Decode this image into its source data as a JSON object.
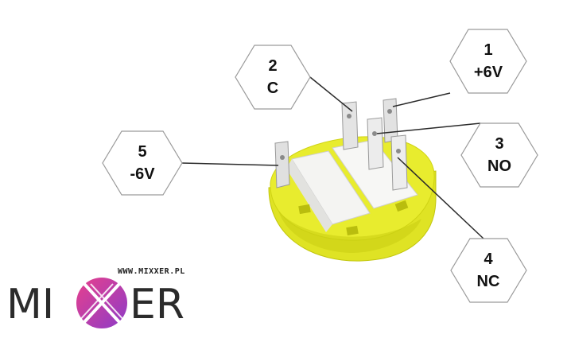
{
  "labels": {
    "pin1": {
      "number": "1",
      "text": "+6V"
    },
    "pin2": {
      "number": "2",
      "text": "C"
    },
    "pin3": {
      "number": "3",
      "text": "NO"
    },
    "pin4": {
      "number": "4",
      "text": "NC"
    },
    "pin5": {
      "number": "5",
      "text": "-6V"
    }
  },
  "brand": {
    "url": "WWW.MIXXER.PL",
    "left": "MI",
    "right": "ER"
  },
  "colors": {
    "switch_body": "#e8ec2e",
    "switch_body_shadow": "#c9cd12",
    "switch_cap": "#f4f4f2",
    "terminal": "#dcdcdc",
    "leader_line": "#2a2a2a",
    "logo_pink": "#e8408c",
    "logo_purple": "#8c3cc8"
  }
}
